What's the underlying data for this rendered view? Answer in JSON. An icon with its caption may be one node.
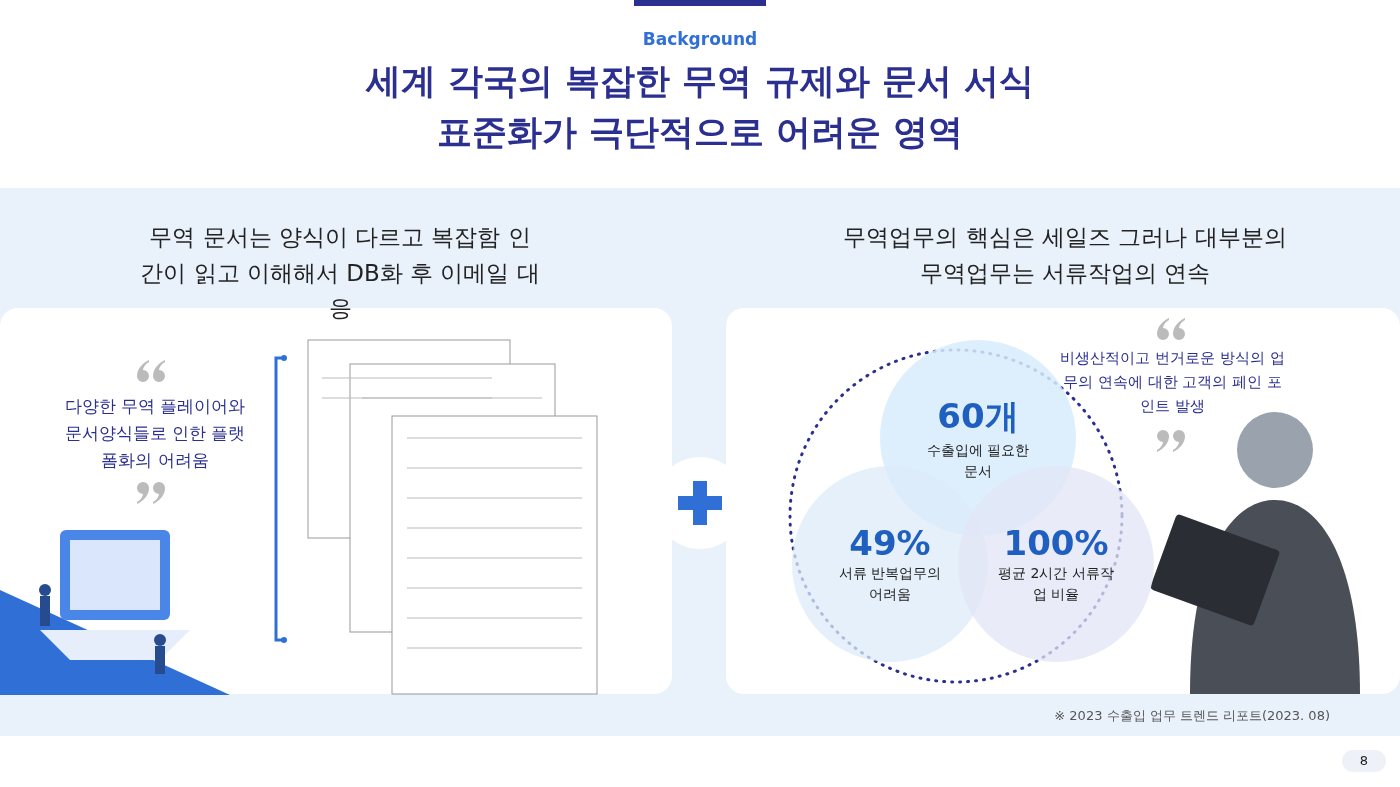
{
  "diagram": {
    "title": "세계 각국의 복잡한 무역 규제와 문서 서식 표준화가 극단적으로 어려운 영역",
    "nodes": [
      {
        "text": [
          "60개",
          "수출입에 필요한 문서"
        ]
      },
      {
        "text": [
          "49%",
          "서류 반복업무의 어려움"
        ]
      },
      {
        "text": [
          "100%",
          "평균 2시간 서류작업 비율"
        ]
      }
    ],
    "labels": [
      "Background",
      "무역 문서는 양식이 다르고 복잡함 인간이 읽고 이해해서 DB화 후 이메일 대응",
      "무역업무의 핵심은 세일즈 그러나 대부분의 무역업무는 서류작업의 연속",
      "다양한 무역 플레이어와 문서양식들로 인한 플랫폼화의 어려움",
      "비생산적이고 번거로운 방식의 업무의 연속에 대한 고객의 페인 포인트 발생",
      "※ 2023 수출입 업무 트렌드 리포트(2023. 08)",
      "8"
    ]
  }
}
